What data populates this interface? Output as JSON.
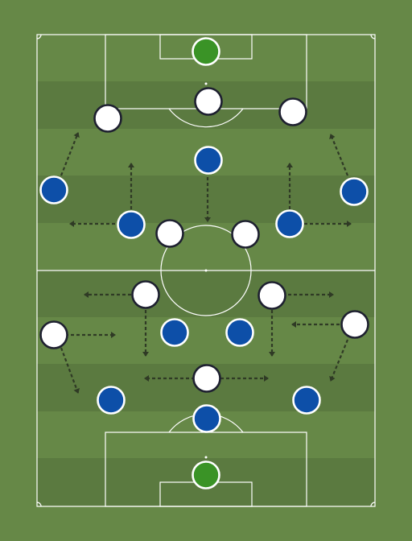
{
  "colors": {
    "grass": "#668847",
    "stripe": "#5b7a40",
    "lines": "#ffffff",
    "goalkeeper": "#3a9326",
    "blue_team": "#0d4fa8",
    "white_team": "#ffffff",
    "player_outline": "#1e2030",
    "arrows": "#2f3a25"
  },
  "team_a": {
    "color": "blue",
    "shirt": "white-outlined"
  },
  "team_b": {
    "color": "white",
    "shirt": "dark-outlined"
  },
  "players": [
    {
      "id": "gk-top",
      "team": "keeper"
    },
    {
      "id": "white-def-1",
      "team": "white"
    },
    {
      "id": "white-def-2",
      "team": "white"
    },
    {
      "id": "white-def-3",
      "team": "white"
    },
    {
      "id": "blue-att-1",
      "team": "blue"
    },
    {
      "id": "blue-att-2",
      "team": "blue"
    },
    {
      "id": "blue-att-3",
      "team": "blue"
    },
    {
      "id": "blue-att-4",
      "team": "blue"
    },
    {
      "id": "blue-att-5",
      "team": "blue"
    },
    {
      "id": "white-mid-1",
      "team": "white"
    },
    {
      "id": "white-mid-2",
      "team": "white"
    },
    {
      "id": "white-mid-3",
      "team": "white"
    },
    {
      "id": "white-mid-4",
      "team": "white"
    },
    {
      "id": "white-mid-5",
      "team": "white"
    },
    {
      "id": "white-mid-6",
      "team": "white"
    },
    {
      "id": "blue-mid-1",
      "team": "blue"
    },
    {
      "id": "blue-mid-2",
      "team": "blue"
    },
    {
      "id": "white-def-4",
      "team": "white"
    },
    {
      "id": "blue-def-1",
      "team": "blue"
    },
    {
      "id": "blue-def-2",
      "team": "blue"
    },
    {
      "id": "blue-def-3",
      "team": "blue"
    },
    {
      "id": "gk-bottom",
      "team": "keeper"
    }
  ]
}
